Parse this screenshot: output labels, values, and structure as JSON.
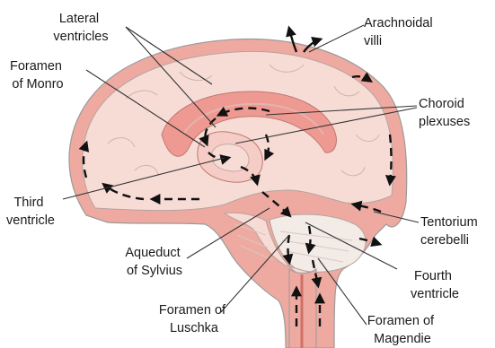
{
  "labels": {
    "lateral_ventricles": [
      "Lateral",
      "ventricles"
    ],
    "arachnoidal_villi": [
      "Arachnoidal",
      "villi"
    ],
    "foramen_of_monro": [
      "Foramen",
      "of Monro"
    ],
    "choroid_plexuses": [
      "Choroid",
      "plexuses"
    ],
    "third_ventricle": [
      "Third",
      "ventricle"
    ],
    "tentorium_cerebelli": [
      "Tentorium",
      "cerebelli"
    ],
    "aqueduct_of_sylvius": [
      "Aqueduct",
      "of Sylvius"
    ],
    "fourth_ventricle": [
      "Fourth",
      "ventricle"
    ],
    "foramen_of_luschka": [
      "Foramen of",
      "Luschka"
    ],
    "foramen_of_magendie": [
      "Foramen of",
      "Magendie"
    ]
  },
  "colors": {
    "brain_fill": "#f7dcd6",
    "csf_space": "#eeaaa0",
    "ventricle": "#ee9a92",
    "outline": "#9a9a9a",
    "arrow": "#111111",
    "leader": "#333333"
  }
}
